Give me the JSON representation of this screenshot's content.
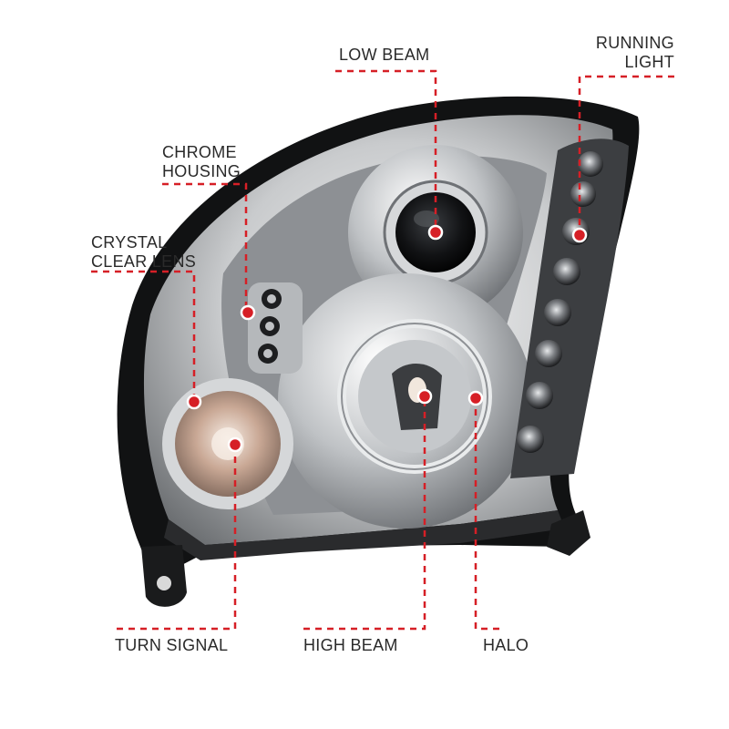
{
  "diagram": {
    "accent_color": "#d61f26",
    "callouts": {
      "low_beam": {
        "lines": [
          "LOW BEAM"
        ]
      },
      "running_light": {
        "lines": [
          "RUNNING",
          "LIGHT"
        ]
      },
      "chrome_housing": {
        "lines": [
          "CHROME",
          "HOUSING"
        ]
      },
      "crystal_clear_lens": {
        "lines": [
          "CRYSTAL",
          "CLEAR LENS"
        ]
      },
      "turn_signal": {
        "lines": [
          "TURN SIGNAL"
        ]
      },
      "high_beam": {
        "lines": [
          "HIGH BEAM"
        ]
      },
      "halo": {
        "lines": [
          "HALO"
        ]
      }
    }
  }
}
